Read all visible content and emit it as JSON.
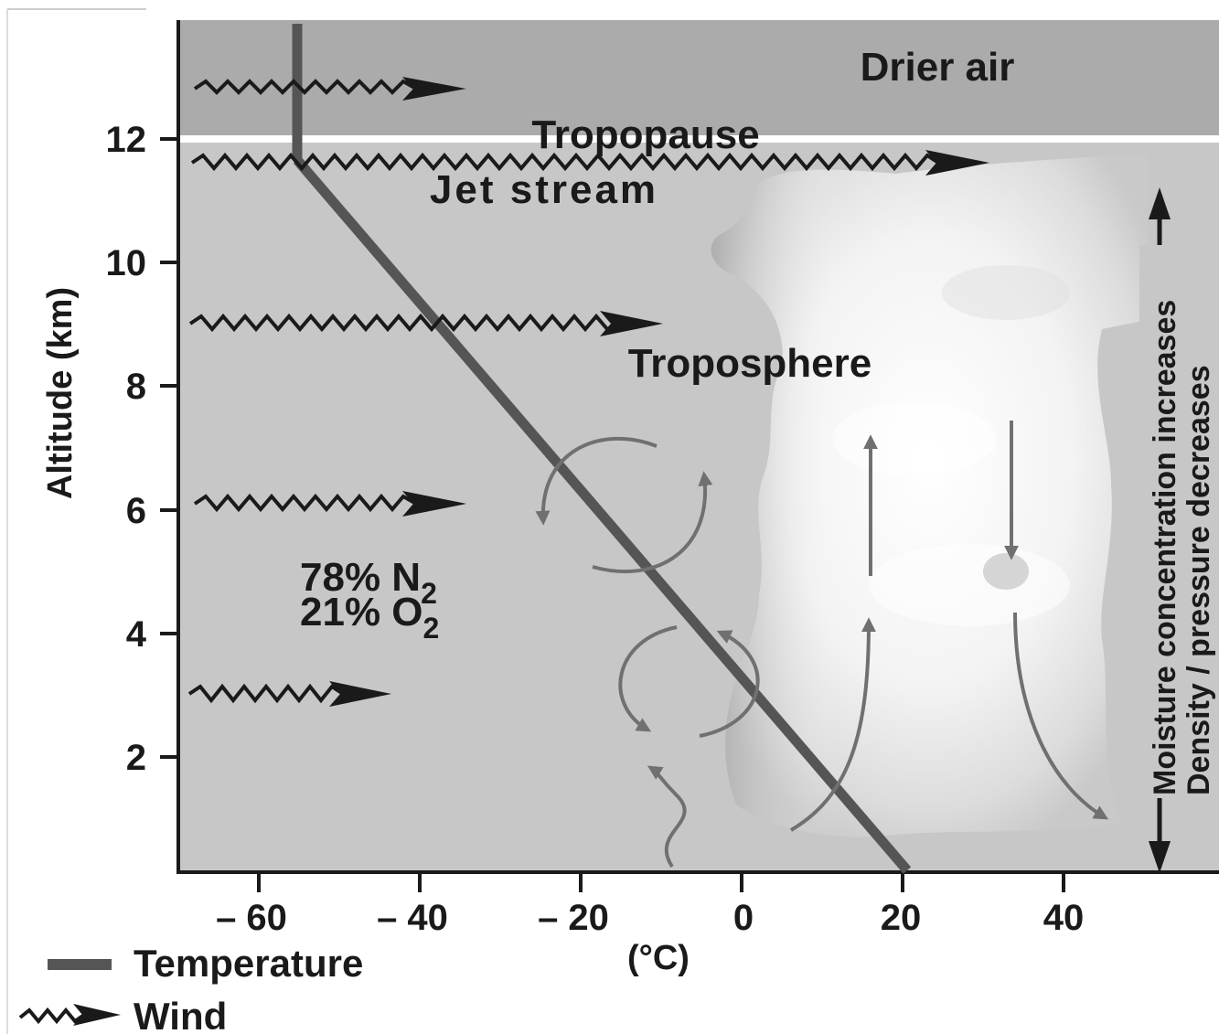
{
  "x_axis": {
    "unit_label": "(°C)",
    "ticks": [
      "– 60",
      "– 40",
      "– 20",
      "0",
      "20",
      "40"
    ],
    "tick_values": [
      -60,
      -40,
      -20,
      0,
      20,
      40
    ]
  },
  "y_axis": {
    "label": "Altitude (km)",
    "ticks": [
      "2",
      "4",
      "6",
      "8",
      "10",
      "12"
    ],
    "tick_values": [
      2,
      4,
      6,
      8,
      10,
      12
    ]
  },
  "labels": {
    "drier_air": "Drier air",
    "tropopause": "Tropopause",
    "jet_stream": "Jet stream",
    "troposphere": "Troposphere",
    "nitrogen_pct": "78% N",
    "nitrogen_sub": "2",
    "oxygen_pct": "21% O",
    "oxygen_sub": "2",
    "moisture": "Moisture concentration increases",
    "density": "Density / pressure decreases"
  },
  "legend": {
    "temperature": "Temperature",
    "wind": "Wind"
  },
  "temperature_profile": {
    "points": [
      [
        20,
        0
      ],
      [
        -55,
        11.6
      ],
      [
        -55,
        13.8
      ]
    ]
  },
  "wind_altitudes_km": [
    12.8,
    11.6,
    9.0,
    6.1,
    3.0
  ],
  "colors": {
    "stratosphere_band": "#ababab",
    "troposphere_bg": "#c7c7c7",
    "temperature_line": "#555555",
    "circulation_arrows": "#707070",
    "wind_arrow": "#1a1a1a"
  },
  "icons": [
    "wavy-arrow-icon",
    "legend-line-icon",
    "double-arrow-icon"
  ]
}
